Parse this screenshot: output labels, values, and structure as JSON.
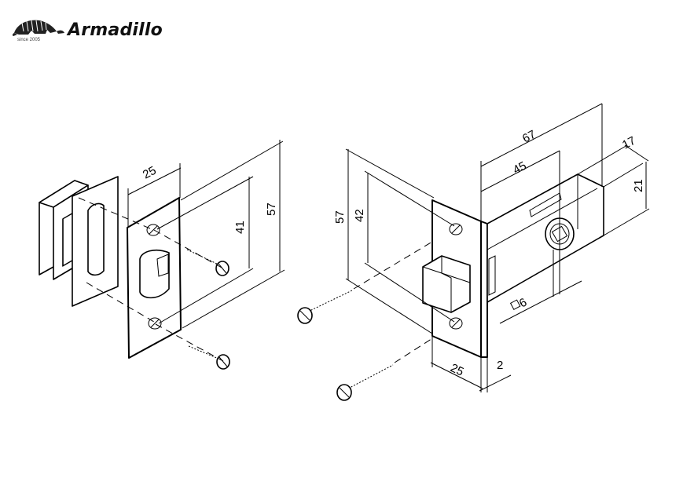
{
  "logo": {
    "brand": "Armadillo",
    "since": "since 2005"
  },
  "dimensions": {
    "strike_width": "25",
    "strike_hole_spacing": "41",
    "strike_height": "57",
    "latch_plate_height": "57",
    "latch_hole_spacing": "42",
    "latch_length": "67",
    "latch_backset": "45",
    "latch_body_thickness": "17",
    "latch_body_height": "21",
    "spindle_square": "6",
    "faceplate_width": "25",
    "faceplate_thickness": "2"
  }
}
